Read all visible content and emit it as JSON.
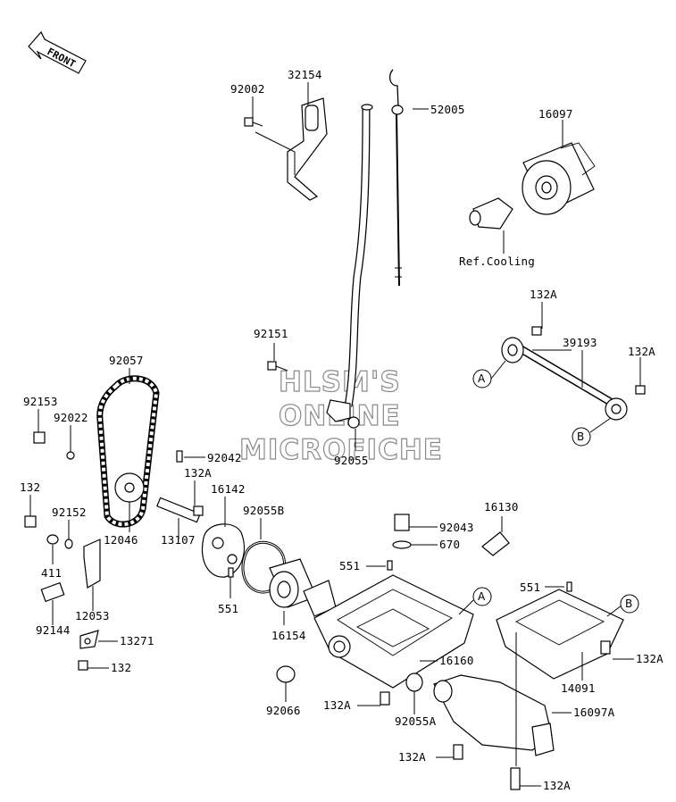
{
  "front_label": "FRONT",
  "ref_note": "Ref.Cooling",
  "watermark": [
    "HLSM'S",
    "ONLINE",
    "MICROFICHE"
  ],
  "callouts": {
    "A": "A",
    "B": "B"
  },
  "parts": {
    "p32154": "32154",
    "p92002": "92002",
    "p52005": "52005",
    "p16097": "16097",
    "p92151": "92151",
    "p92055_top": "92055",
    "p132A_1": "132A",
    "p39193": "39193",
    "p132A_2": "132A",
    "p92057": "92057",
    "p92153": "92153",
    "p92022": "92022",
    "p92042": "92042",
    "p132A_3": "132A",
    "p16142": "16142",
    "p132_left": "132",
    "p92152": "92152",
    "p12046": "12046",
    "p13107": "13107",
    "p92055B": "92055B",
    "p411": "411",
    "p12053": "12053",
    "p551_left": "551",
    "p92144": "92144",
    "p13271": "13271",
    "p132_bottom": "132",
    "p16130": "16130",
    "p92043": "92043",
    "p670": "670",
    "p551_mid": "551",
    "p16154": "16154",
    "p16160": "16160",
    "p92066": "92066",
    "p132A_4": "132A",
    "p92055A": "92055A",
    "p551_right": "551",
    "p132A_5": "132A",
    "p14091": "14091",
    "p16097A": "16097A",
    "p132A_6": "132A",
    "p132A_7": "132A"
  }
}
